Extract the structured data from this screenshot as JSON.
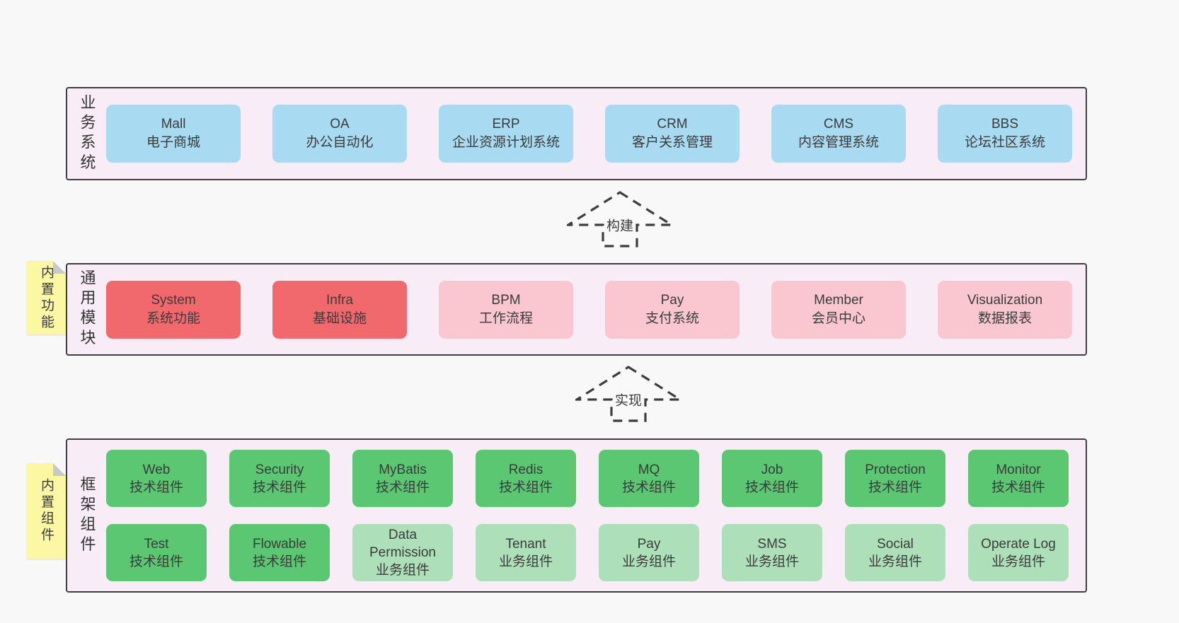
{
  "colors": {
    "page_bg": "#f8f8f8",
    "band_bg": "#f8edf6",
    "band_border": "#3e3e3e",
    "blue_box": "#a8daf2",
    "red_box": "#f2696d",
    "pink_box": "#fac7d0",
    "green_dark_box": "#5bc772",
    "green_light_box": "#ade0b8",
    "sticky_yellow": "#fbf7a3",
    "text": "#3b3b3b"
  },
  "arrows": {
    "build": {
      "label": "构建"
    },
    "implement": {
      "label": "实现"
    }
  },
  "bands": {
    "business": {
      "label": "业务系统",
      "boxes": [
        {
          "title": "Mall",
          "subtitle": "电子商城",
          "variant": "blue"
        },
        {
          "title": "OA",
          "subtitle": "办公自动化",
          "variant": "blue"
        },
        {
          "title": "ERP",
          "subtitle": "企业资源计划系统",
          "variant": "blue"
        },
        {
          "title": "CRM",
          "subtitle": "客户关系管理",
          "variant": "blue"
        },
        {
          "title": "CMS",
          "subtitle": "内容管理系统",
          "variant": "blue"
        },
        {
          "title": "BBS",
          "subtitle": "论坛社区系统",
          "variant": "blue"
        }
      ]
    },
    "modules": {
      "label": "通用模块",
      "sticky": "内置功能",
      "boxes": [
        {
          "title": "System",
          "subtitle": "系统功能",
          "variant": "red"
        },
        {
          "title": "Infra",
          "subtitle": "基础设施",
          "variant": "red"
        },
        {
          "title": "BPM",
          "subtitle": "工作流程",
          "variant": "pink"
        },
        {
          "title": "Pay",
          "subtitle": "支付系统",
          "variant": "pink"
        },
        {
          "title": "Member",
          "subtitle": "会员中心",
          "variant": "pink"
        },
        {
          "title": "Visualization",
          "subtitle": "数据报表",
          "variant": "pink"
        }
      ]
    },
    "framework": {
      "label": "框架组件",
      "sticky": "内置组件",
      "row1": [
        {
          "title": "Web",
          "subtitle": "技术组件",
          "variant": "green-dark"
        },
        {
          "title": "Security",
          "subtitle": "技术组件",
          "variant": "green-dark"
        },
        {
          "title": "MyBatis",
          "subtitle": "技术组件",
          "variant": "green-dark"
        },
        {
          "title": "Redis",
          "subtitle": "技术组件",
          "variant": "green-dark"
        },
        {
          "title": "MQ",
          "subtitle": "技术组件",
          "variant": "green-dark"
        },
        {
          "title": "Job",
          "subtitle": "技术组件",
          "variant": "green-dark"
        },
        {
          "title": "Protection",
          "subtitle": "技术组件",
          "variant": "green-dark"
        },
        {
          "title": "Monitor",
          "subtitle": "技术组件",
          "variant": "green-dark"
        }
      ],
      "row2": [
        {
          "title": "Test",
          "subtitle": "技术组件",
          "variant": "green-dark"
        },
        {
          "title": "Flowable",
          "subtitle": "技术组件",
          "variant": "green-dark"
        },
        {
          "title": "Data Permission",
          "subtitle": "业务组件",
          "variant": "green-light"
        },
        {
          "title": "Tenant",
          "subtitle": "业务组件",
          "variant": "green-light"
        },
        {
          "title": "Pay",
          "subtitle": "业务组件",
          "variant": "green-light"
        },
        {
          "title": "SMS",
          "subtitle": "业务组件",
          "variant": "green-light"
        },
        {
          "title": "Social",
          "subtitle": "业务组件",
          "variant": "green-light"
        },
        {
          "title": "Operate Log",
          "subtitle": "业务组件",
          "variant": "green-light"
        }
      ]
    }
  }
}
